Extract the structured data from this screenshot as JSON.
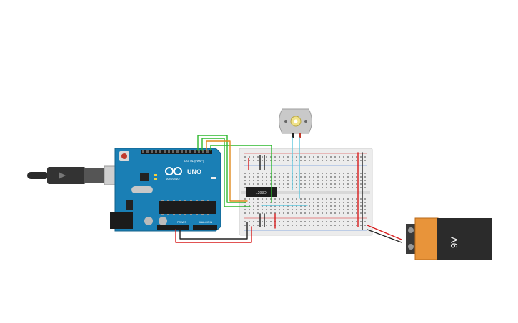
{
  "arduino": {
    "brand": "ARDUINO",
    "model": "UNO",
    "digital_label": "DIGITAL (PWM~)",
    "power_label": "POWER",
    "analog_label": "ANALOG IN"
  },
  "driver_ic": {
    "label": "L293D"
  },
  "battery": {
    "label": "9V"
  },
  "colors": {
    "board": "#1a7fb5",
    "breadboard": "#ececec",
    "battery_body": "#e8943a",
    "battery_dark": "#2b2b2b",
    "wire_green": "#2db82d",
    "wire_orange": "#e08a1e",
    "wire_red": "#d81c1c",
    "wire_black": "#222222",
    "wire_cyan": "#5ec8df"
  }
}
